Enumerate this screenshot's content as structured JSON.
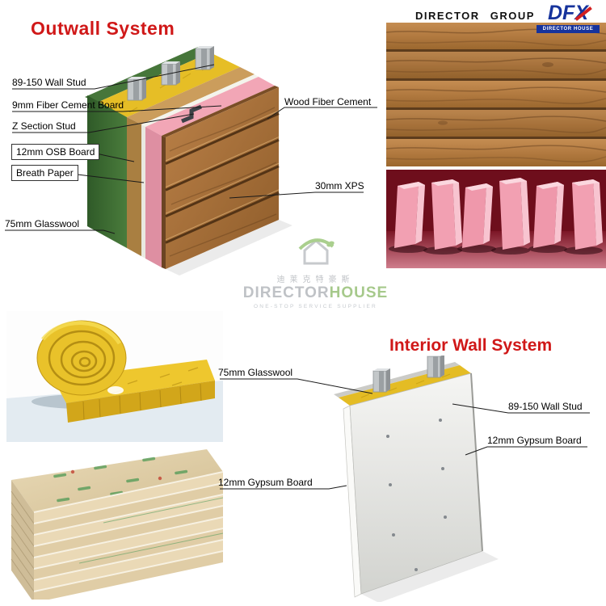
{
  "header": {
    "brand": "DIRECTOR GROUP",
    "logo": {
      "text": "DFX",
      "sub": "DIRECTOR HOUSE"
    }
  },
  "outwall": {
    "title": "Outwall System",
    "labels": [
      {
        "id": "wall-stud",
        "text": "89-150 Wall Stud"
      },
      {
        "id": "fiber-cement-board",
        "text": "9mm Fiber Cement Board"
      },
      {
        "id": "z-section-stud",
        "text": "Z Section Stud"
      },
      {
        "id": "osb-board",
        "text": "12mm OSB Board"
      },
      {
        "id": "breath-paper",
        "text": "Breath Paper"
      },
      {
        "id": "glasswool",
        "text": "75mm Glasswool"
      },
      {
        "id": "wood-fiber-cement",
        "text": "Wood Fiber Cement"
      },
      {
        "id": "xps",
        "text": "30mm XPS"
      }
    ]
  },
  "interior": {
    "title": "Interior Wall System",
    "labels": [
      {
        "id": "glasswool",
        "text": "75mm Glasswool"
      },
      {
        "id": "wall-stud",
        "text": "89-150 Wall Stud"
      },
      {
        "id": "gypsum-board-right",
        "text": "12mm Gypsum  Board"
      },
      {
        "id": "gypsum-board-left",
        "text": "12mm Gypsum Board"
      }
    ]
  },
  "watermark": {
    "icon": "house-leaf-icon",
    "cn": "迪莱克特豪斯",
    "name_a": "DIRECTOR",
    "name_b": "HOUSE",
    "tagline": "ONE-STOP SERVICE SUPPLIER"
  },
  "photos": {
    "wood_siding": "wood-fiber-cement-siding-texture",
    "xps_boards": "pink-xps-foam-boards",
    "glasswool_roll": "yellow-glasswool-roll",
    "gypsum_stack": "gypsum-board-stack"
  },
  "colors": {
    "title_red": "#d01818",
    "logo_blue": "#16339c",
    "wood": "#b5793f",
    "xps_pink": "#f2a3b3",
    "glasswool_yellow": "#e6be26",
    "gypsum_cream": "#ddc9a3",
    "green_board": "#46763a"
  }
}
